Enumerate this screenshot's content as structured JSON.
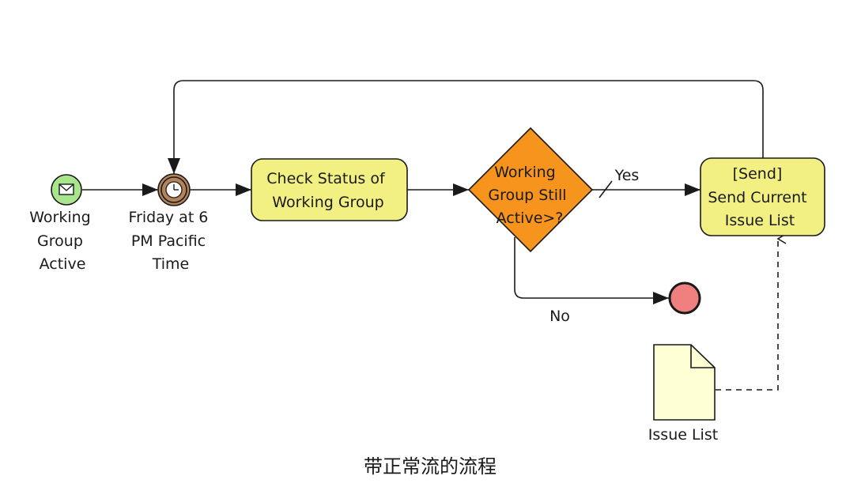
{
  "events": {
    "start_label": [
      "Working",
      "Group",
      "Active"
    ],
    "timer_label": [
      "Friday at 6",
      "PM Pacific",
      "Time"
    ]
  },
  "tasks": {
    "check_status": [
      "Check Status of",
      "Working Group"
    ],
    "send_issue_list": [
      "[Send]",
      "Send Current",
      "Issue List"
    ]
  },
  "gateway": {
    "label": [
      "Working",
      "Group Still",
      "Active>?"
    ],
    "yes_label": "Yes",
    "no_label": "No"
  },
  "artifact": {
    "label": "Issue List"
  },
  "caption": "带正常流的流程",
  "colors": {
    "start_fill": "#a9e58c",
    "timer_fill": "#b5835a",
    "task_fill": "#f2f082",
    "gateway_fill": "#f7941d",
    "end_fill": "#f08080",
    "document_fill": "#ffffd6",
    "stroke": "#1a1a1a"
  }
}
